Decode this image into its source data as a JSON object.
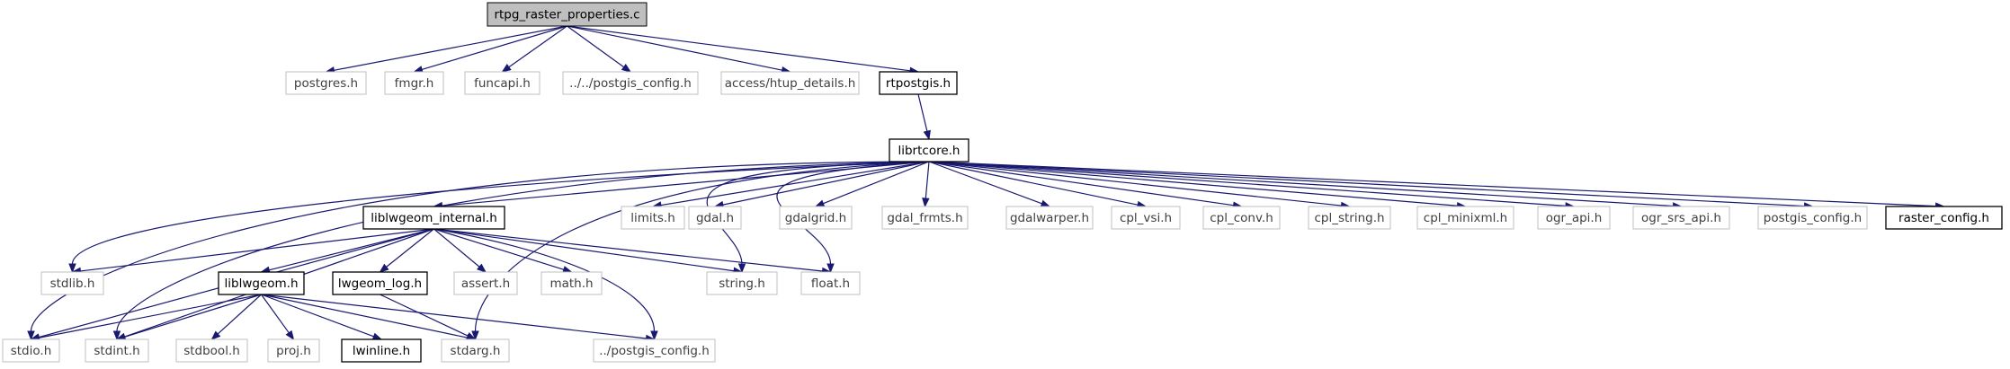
{
  "colors": {
    "edge": "#191970",
    "root_fill": "#bfbfbf",
    "documented_border": "#000000",
    "system_border": "#bfbfbf"
  },
  "nodes": {
    "root": "rtpg_raster_properties.c",
    "postgres_h": "postgres.h",
    "fmgr_h": "fmgr.h",
    "funcapi_h": "funcapi.h",
    "postgis_config_rel": "../../postgis_config.h",
    "htup_details_h": "access/htup_details.h",
    "rtpostgis_h": "rtpostgis.h",
    "librtcore_h": "librtcore.h",
    "liblwgeom_internal_h": "liblwgeom_internal.h",
    "limits_h": "limits.h",
    "gdal_h": "gdal.h",
    "gdalgrid_h": "gdalgrid.h",
    "gdal_frmts_h": "gdal_frmts.h",
    "gdalwarper_h": "gdalwarper.h",
    "cpl_vsi_h": "cpl_vsi.h",
    "cpl_conv_h": "cpl_conv.h",
    "cpl_string_h": "cpl_string.h",
    "cpl_minixml_h": "cpl_minixml.h",
    "ogr_api_h": "ogr_api.h",
    "ogr_srs_api_h": "ogr_srs_api.h",
    "postgis_config_h": "postgis_config.h",
    "raster_config_h": "raster_config.h",
    "stdlib_h": "stdlib.h",
    "liblwgeom_h": "liblwgeom.h",
    "lwgeom_log_h": "lwgeom_log.h",
    "assert_h": "assert.h",
    "math_h": "math.h",
    "string_h": "string.h",
    "float_h": "float.h",
    "stdio_h": "stdio.h",
    "stdint_h": "stdint.h",
    "stdbool_h": "stdbool.h",
    "proj_h": "proj.h",
    "lwinline_h": "lwinline.h",
    "stdarg_h": "stdarg.h",
    "postgis_config_up": "../postgis_config.h"
  }
}
